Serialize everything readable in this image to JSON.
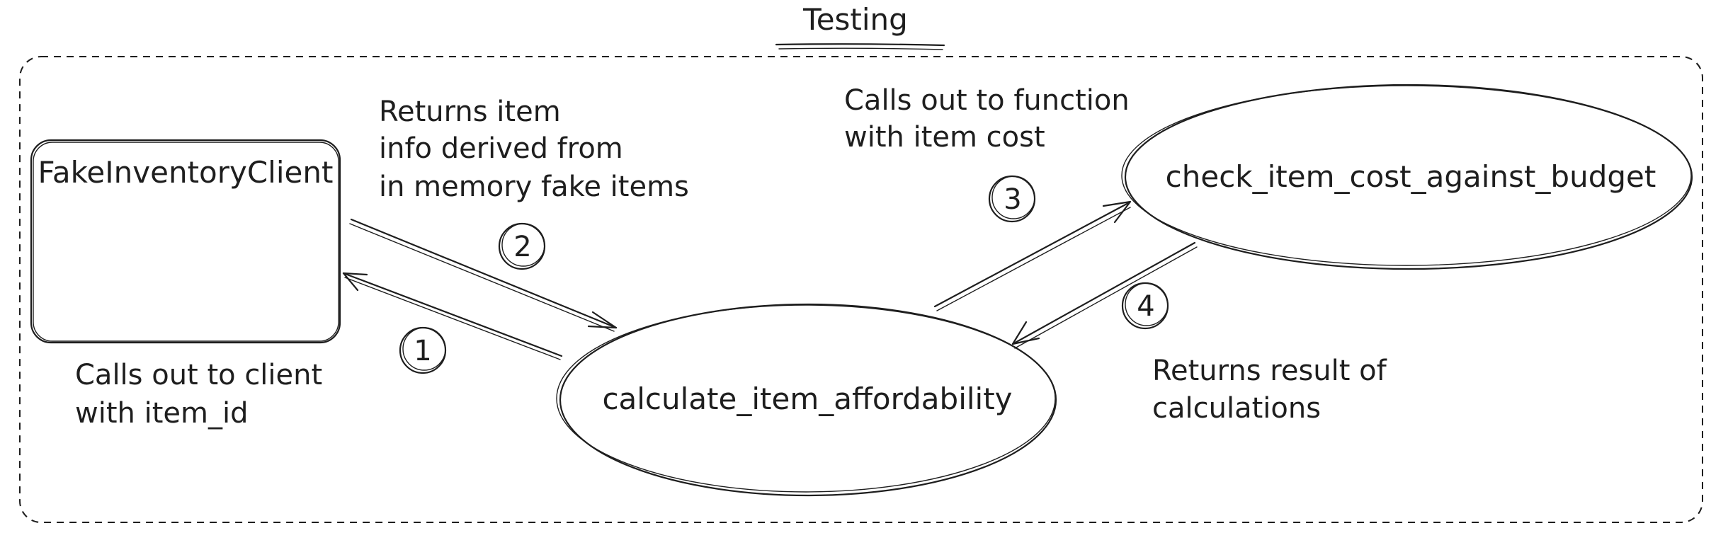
{
  "title": "Testing",
  "nodes": {
    "client": "FakeInventoryClient",
    "affordability": "calculate_item_affordability",
    "budget": "check_item_cost_against_budget"
  },
  "notes": {
    "calls_client": [
      "Calls out to client",
      "with item_id"
    ],
    "returns_item": [
      "Returns item",
      "info derived from",
      "in memory fake items"
    ],
    "calls_function": [
      "Calls out to function",
      "with item cost"
    ],
    "returns_result": [
      "Returns result of",
      "calculations"
    ]
  },
  "steps": [
    "1",
    "2",
    "3",
    "4"
  ],
  "colors": {
    "ink": "#1e1e1e",
    "background": "#ffffff"
  }
}
